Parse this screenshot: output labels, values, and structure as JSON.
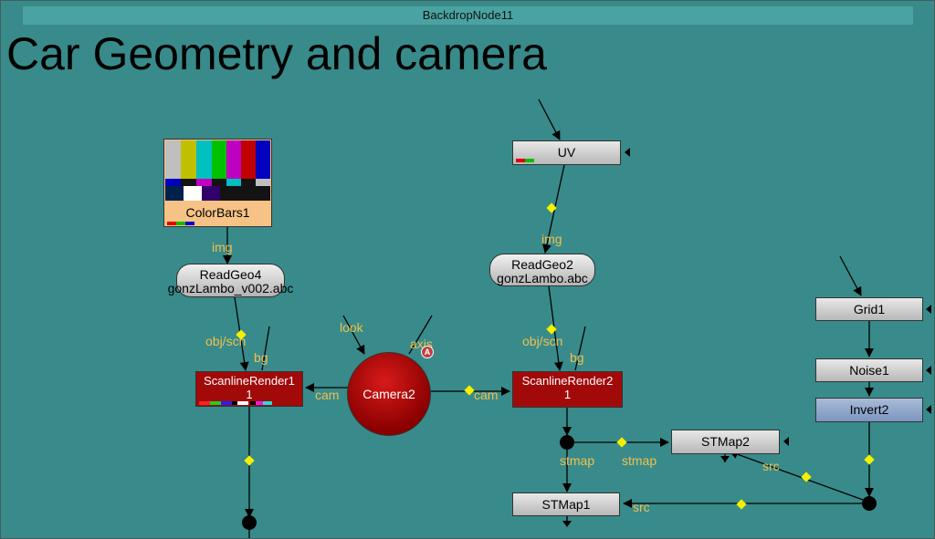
{
  "backdrop": {
    "title": "BackdropNode11",
    "label": "Car Geometry and camera"
  },
  "nodes": {
    "colorbars": {
      "label": "ColorBars1"
    },
    "readgeo4": {
      "name": "ReadGeo4",
      "file": "gonzLambo_v002.abc"
    },
    "readgeo2": {
      "name": "ReadGeo2",
      "file": "gonzLambo.abc"
    },
    "uv": {
      "label": "UV"
    },
    "scanline1": {
      "name": "ScanlineRender1",
      "frame": "1"
    },
    "scanline2": {
      "name": "ScanlineRender2",
      "frame": "1"
    },
    "camera2": {
      "label": "Camera2",
      "badge": "A"
    },
    "grid1": {
      "label": "Grid1"
    },
    "noise1": {
      "label": "Noise1"
    },
    "invert2": {
      "label": "Invert2"
    },
    "stmap1": {
      "label": "STMap1"
    },
    "stmap2": {
      "label": "STMap2"
    }
  },
  "pins": {
    "img_1": "img",
    "img_2": "img",
    "objscn_1": "obj/scn",
    "objscn_2": "obj/scn",
    "bg_1": "bg",
    "bg_2": "bg",
    "look": "look",
    "axis": "axis",
    "cam_1": "cam",
    "cam_2": "cam",
    "stmap_a": "stmap",
    "stmap_b": "stmap",
    "src_a": "src",
    "src_b": "src"
  },
  "colors": {
    "backdrop": "#388b8a",
    "backdrop_title_bar": "#4aa3a2",
    "pin_label": "#f0c050",
    "render_node": "#a20a0a",
    "invert_node": "#8aa2c8"
  }
}
